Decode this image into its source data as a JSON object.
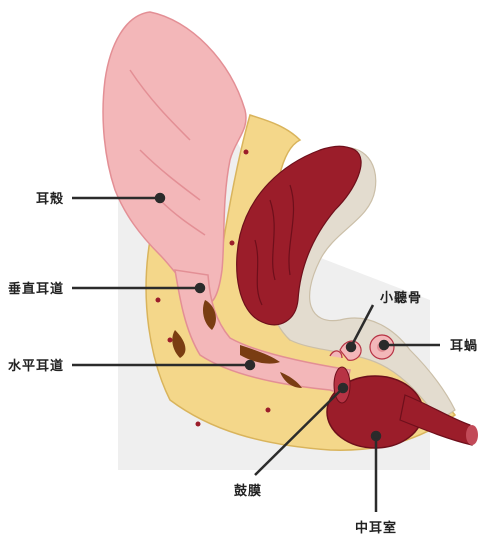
{
  "colors": {
    "pinna": "#f3b7b9",
    "pinna_edge": "#e38f95",
    "fat": "#f4d78a",
    "fat_dark": "#d9b45c",
    "bone": "#e3dccf",
    "gland": "#9b1d2a",
    "gland_dark": "#6e0f1b",
    "debris": "#7a3d12",
    "pointer": "#2b2b2b",
    "label_text": "#222222"
  },
  "labels": {
    "pinna": "耳殼",
    "vertical_canal": "垂直耳道",
    "horizontal_canal": "水平耳道",
    "ossicles": "小聽骨",
    "cochlea": "耳蝸",
    "eardrum": "鼓膜",
    "middle_ear": "中耳室"
  }
}
